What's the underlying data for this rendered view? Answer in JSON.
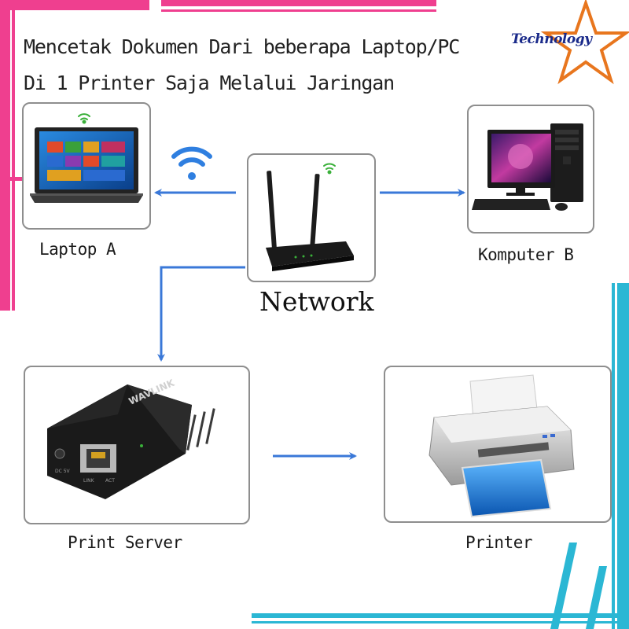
{
  "title": {
    "line1": "Mencetak Dokumen Dari beberapa Laptop/PC",
    "line2": "Di 1 Printer Saja Melalui Jaringan"
  },
  "logo": {
    "text": "Technology",
    "star_color": "#e8761e",
    "text_color": "#1a2a8a"
  },
  "nodes": {
    "laptop": {
      "label": "Laptop A"
    },
    "pc": {
      "label": "Komputer B"
    },
    "router": {
      "label": "Network"
    },
    "print_server": {
      "label": "Print Server",
      "brand": "WAVLINK",
      "port_labels": [
        "DC 5V",
        "LINK",
        "ACT"
      ]
    },
    "printer": {
      "label": "Printer"
    }
  },
  "colors": {
    "arrow": "#3a78d8",
    "wifi": "#2f7fe0",
    "frame_pink": "#ef3f8f",
    "frame_cyan": "#2bb7d4",
    "card_border": "#8e8e8e"
  },
  "icons": [
    "wifi-icon",
    "signal-icon",
    "star-icon"
  ]
}
